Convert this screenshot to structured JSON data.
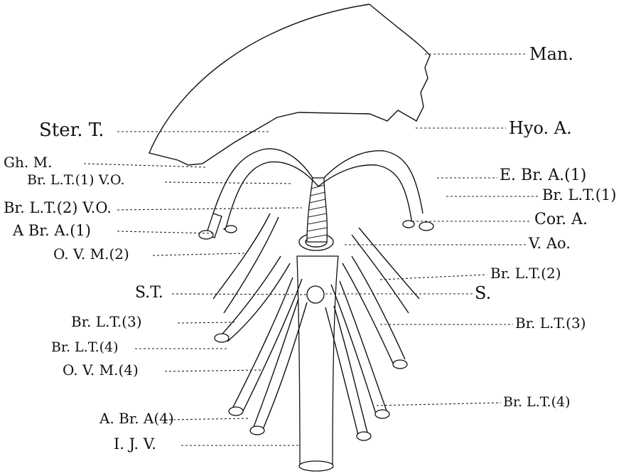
{
  "labels": {
    "man": "Man.",
    "ster_t": "Ster. T.",
    "hyo_a": "Hyo. A.",
    "gh_m": "Gh. M.",
    "br_lt1_vo": "Br. L.T.(1) V.O.",
    "e_br_a1": "E. Br. A.(1)",
    "br_lt2_vo": "Br. L.T.(2) V.O.",
    "br_lt1_right": "Br. L.T.(1)",
    "cor_a": "Cor. A.",
    "a_br_a1": "A Br. A.(1)",
    "v_ao": "V. Ao.",
    "o_v_m2": "O. V. M.(2)",
    "br_lt2_right": "Br. L.T.(2)",
    "s_t": "S.T.",
    "s": "S.",
    "br_lt3_left": "Br. L.T.(3)",
    "br_lt3_right": "Br. L.T.(3)",
    "br_lt4_left": "Br. L.T.(4)",
    "o_v_m4": "O. V. M.(4)",
    "br_lt4_right": "Br. L.T.(4)",
    "a_br_a4": "A. Br. A(4)",
    "i_j_v": "I. J. V."
  },
  "colors": {
    "ink": "#111111",
    "paper": "#ffffff"
  }
}
